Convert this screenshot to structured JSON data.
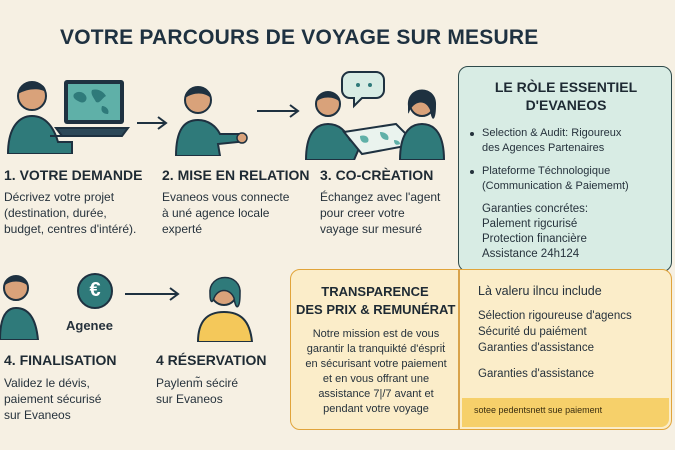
{
  "title": "VOTRE PARCOURS DE VOYAGE SUR MESURE",
  "steps": [
    {
      "title": "1. VOTRE DEMANDE",
      "lines": [
        "Décrivez votre projet",
        "(destination, durée,",
        "budget, centres d'intéré)."
      ]
    },
    {
      "title": "2. MISE EN RELATION",
      "lines": [
        "Evaneos vous connecte",
        "à uné agence locale",
        "experté"
      ]
    },
    {
      "title": "3. CO-CRÈATION",
      "lines": [
        "Échangez avec l'agent",
        "pour creer votre",
        "vayage sur mesuré"
      ]
    },
    {
      "title": "4. FINALISATION",
      "lines": [
        "Validez le dévis,",
        "paiement sécurisé",
        "sur Evaneos"
      ]
    },
    {
      "title": "4 RÉSERVATION",
      "lines": [
        "Paylenm̃ séciré",
        "sur Evaneos"
      ]
    }
  ],
  "agence_label": "Agenee",
  "euro_symbol": "€",
  "role": {
    "title_lines": [
      "LE RÒLE ESSENTIEL",
      "D'EVANEOS"
    ],
    "bullets": [
      [
        "Selection & Audit: Rigoureux",
        "des Agences Partenaires"
      ],
      [
        "Plateforme Téchnologique",
        "(Communication & Paiememt)"
      ]
    ],
    "guarantees": [
      "Garanties concrétes:",
      "Palement rigcurisé",
      "Protection financière",
      "Assistance 24h124"
    ]
  },
  "transparence": {
    "title_lines": [
      "TRANSPARENCE",
      "DES PRIX & REMUNÉRAT"
    ],
    "text_lines": [
      "Notre mission est de vous",
      "garantir la tranquikté d'éspriṫ",
      "en sécurisant votre paiement",
      "et en vous offrant une",
      "assistance 7|/7 avant et",
      "pendant votre voyage"
    ]
  },
  "valeur": {
    "title": "Là valeru ilncu include",
    "items": [
      "Sélection rigoureuse d'agencs",
      "Sécurité du paiément",
      "Garanties d'assistance"
    ],
    "last": "Garanties d'assistance"
  },
  "footer": "sotee pedentsnett sue paiement",
  "colors": {
    "background": "#f6f0e3",
    "teal": "#2f7a7a",
    "dark": "#1e3140",
    "role_panel": "#d8ece4",
    "transparence_panel": "#fbedc9",
    "footer_bar": "#f6d06a",
    "accent_orange": "#e1a43a",
    "yellow_shirt": "#f4c85a"
  }
}
